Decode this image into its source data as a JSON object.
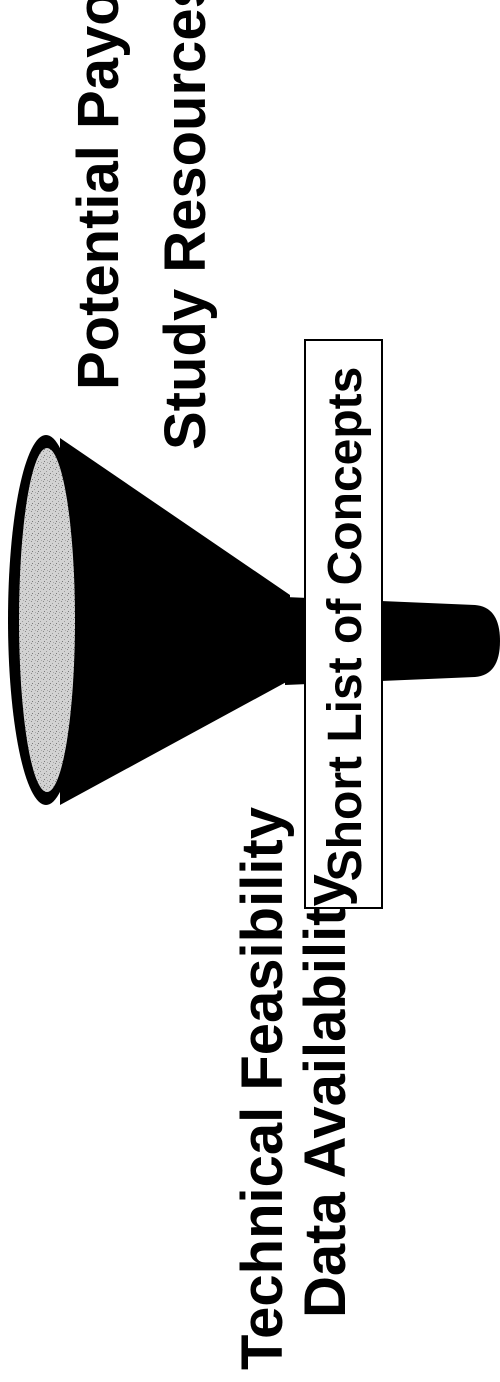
{
  "diagram": {
    "top_criteria": [
      "Potential Payoff",
      "Study Resources"
    ],
    "bottom_criteria": [
      "Technical Feasibility",
      "Data Availability"
    ],
    "output_box": "Short List of Concepts"
  },
  "colors": {
    "funnel_body": "#000000",
    "funnel_opening": "#c8c8c8",
    "text": "#000000",
    "box_border": "#000000",
    "background": "#ffffff"
  }
}
